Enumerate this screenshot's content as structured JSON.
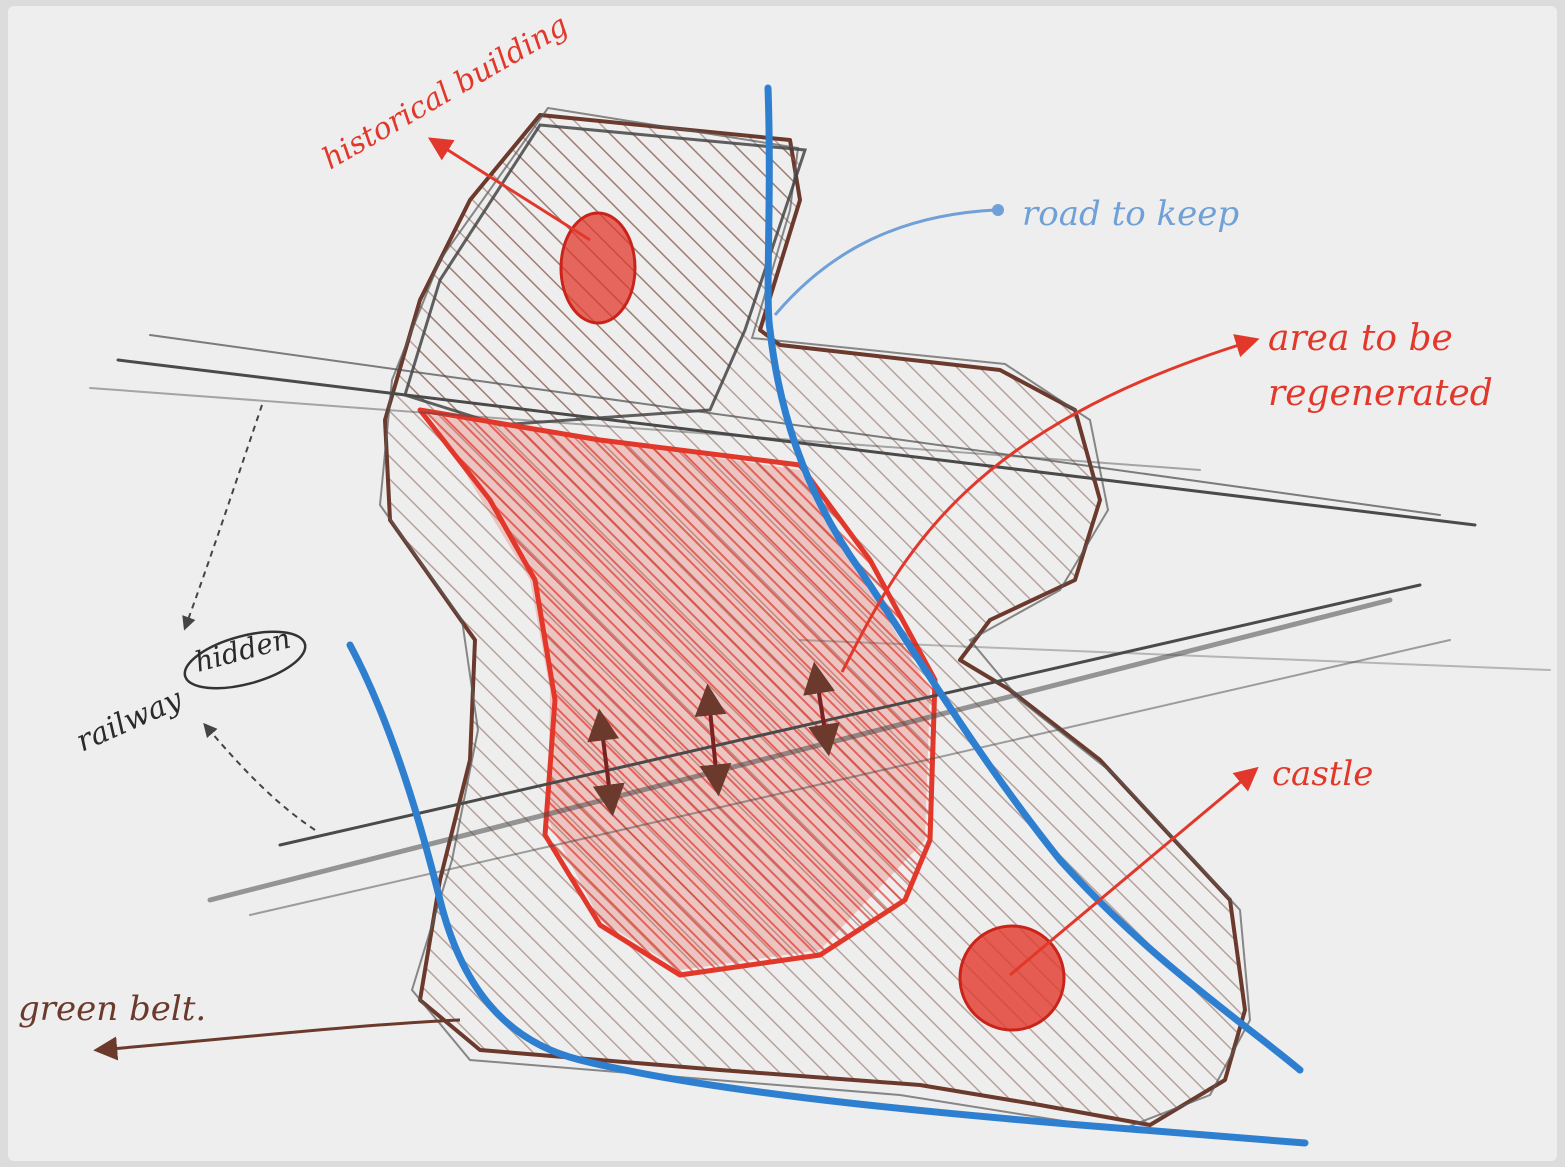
{
  "labels": {
    "historical_building": "historical building",
    "road_to_keep": "road to keep",
    "area_line1": "area to be",
    "area_line2": "regenerated",
    "castle": "castle",
    "railway": "railway",
    "hidden": "hidden",
    "green_belt": "green belt."
  },
  "colors": {
    "paper": "#eeeeee",
    "pencil_grey": "#555555",
    "brown": "#7a4a3a",
    "red": "#e2382b",
    "blue": "#2f7fd0",
    "light_blue": "#6fa0d8"
  }
}
